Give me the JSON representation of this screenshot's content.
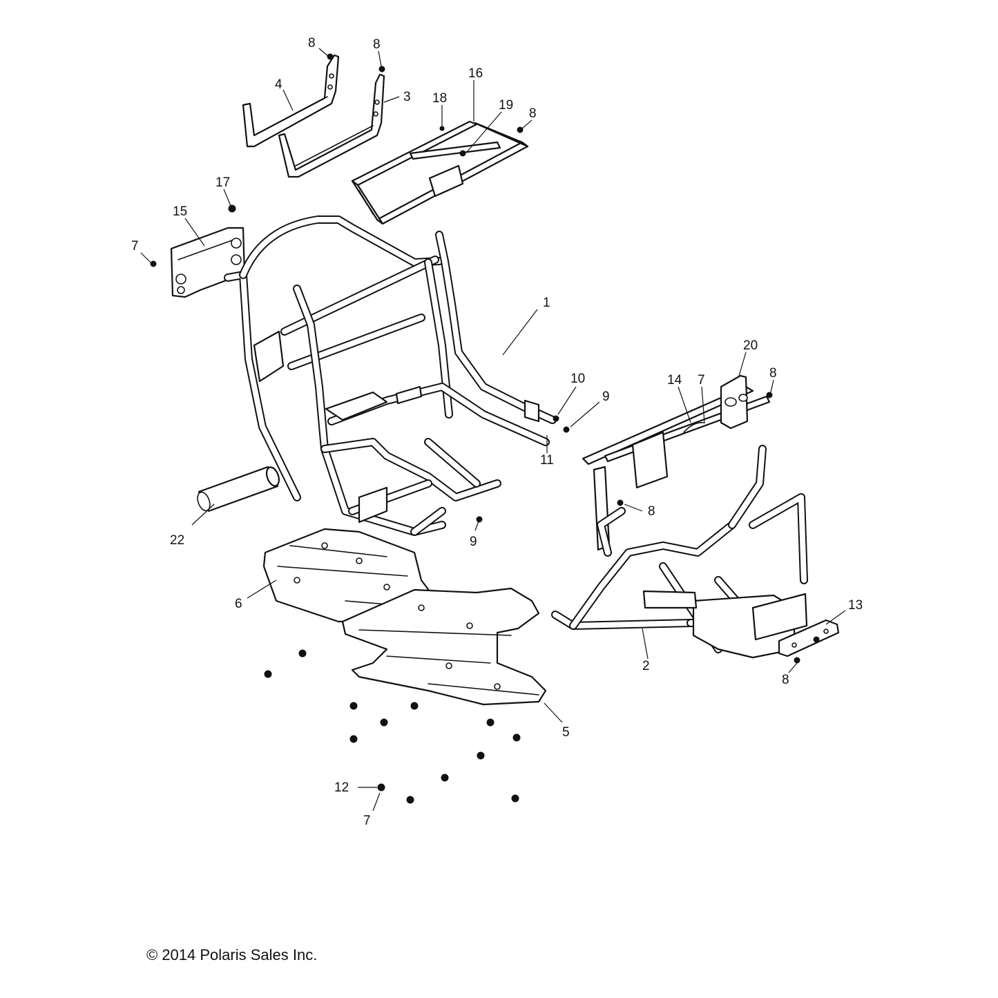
{
  "copyright": "© 2014 Polaris Sales Inc.",
  "callouts": [
    {
      "id": "8a",
      "label": "8"
    },
    {
      "id": "8b",
      "label": "8"
    },
    {
      "id": "4",
      "label": "4"
    },
    {
      "id": "3",
      "label": "3"
    },
    {
      "id": "16",
      "label": "16"
    },
    {
      "id": "18",
      "label": "18"
    },
    {
      "id": "19",
      "label": "19"
    },
    {
      "id": "8c",
      "label": "8"
    },
    {
      "id": "17",
      "label": "17"
    },
    {
      "id": "15",
      "label": "15"
    },
    {
      "id": "7a",
      "label": "7"
    },
    {
      "id": "1",
      "label": "1"
    },
    {
      "id": "20",
      "label": "20"
    },
    {
      "id": "14",
      "label": "14"
    },
    {
      "id": "7b",
      "label": "7"
    },
    {
      "id": "8d",
      "label": "8"
    },
    {
      "id": "10",
      "label": "10"
    },
    {
      "id": "9a",
      "label": "9"
    },
    {
      "id": "11",
      "label": "11"
    },
    {
      "id": "8e",
      "label": "8"
    },
    {
      "id": "22",
      "label": "22"
    },
    {
      "id": "9b",
      "label": "9"
    },
    {
      "id": "6",
      "label": "6"
    },
    {
      "id": "13",
      "label": "13"
    },
    {
      "id": "2",
      "label": "2"
    },
    {
      "id": "8f",
      "label": "8"
    },
    {
      "id": "5",
      "label": "5"
    },
    {
      "id": "12",
      "label": "12"
    },
    {
      "id": "7c",
      "label": "7"
    }
  ]
}
